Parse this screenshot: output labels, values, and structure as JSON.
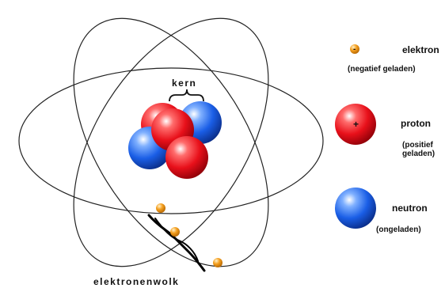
{
  "labels": {
    "kern": "kern",
    "elektronenwolk": "elektronenwolk"
  },
  "legend": {
    "electron": {
      "name": "elektron",
      "desc": "(negatief geladen)",
      "sign": "-"
    },
    "proton": {
      "name": "proton",
      "desc_line1": "(positief",
      "desc_line2": "geladen)",
      "sign": "+"
    },
    "neutron": {
      "name": "neutron",
      "desc": "(ongeladen)"
    }
  },
  "colors": {
    "proton": "#e8101a",
    "neutron": "#1a5ee6",
    "electron": "#f5a020",
    "orbit": "#222222"
  }
}
